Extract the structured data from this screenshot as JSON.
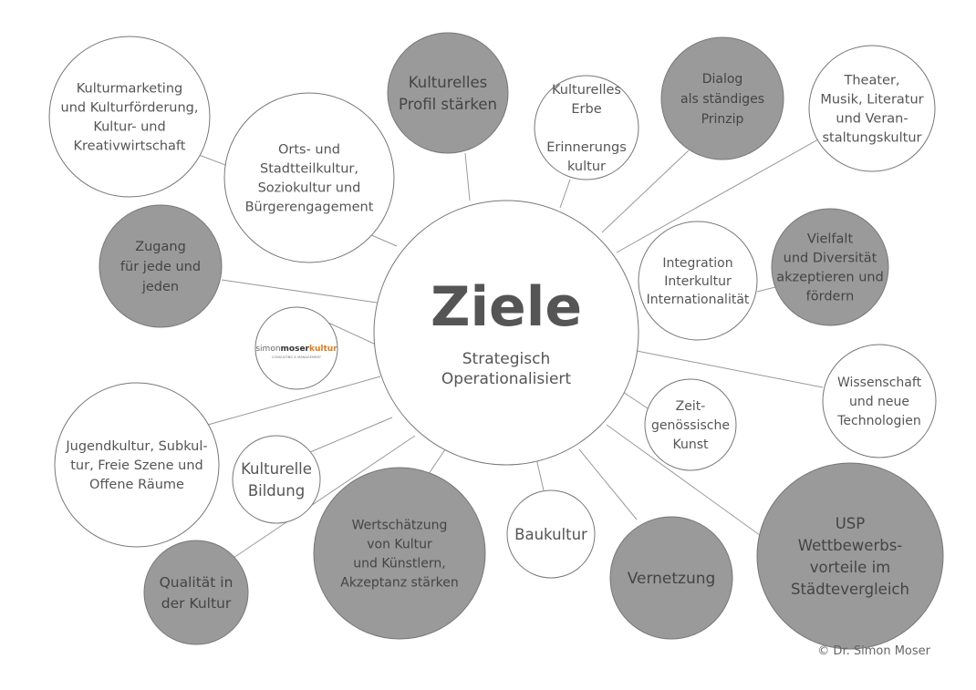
{
  "center": {
    "title": "Ziele",
    "subtitle": [
      "Strategisch",
      "Operationalisiert"
    ]
  },
  "logo": {
    "text_simon": "simon",
    "text_moser": "moser",
    "text_kultur": "kultur",
    "tagline": "CONSULTING & MANAGEMENT",
    "accent_color": "#e07b1a"
  },
  "bubbles": [
    {
      "id": "kulturmarketing",
      "style": "light",
      "lines": [
        "Kulturmarketing",
        "und Kulturförderung,",
        "Kultur- und",
        "Kreativwirtschaft"
      ]
    },
    {
      "id": "ortsteilkultur",
      "style": "light",
      "lines": [
        "Orts- und",
        "Stadtteilkultur,",
        "Soziokultur und",
        "Bürgerengagement"
      ]
    },
    {
      "id": "kulturelles-profil",
      "style": "dark",
      "lines": [
        "Kulturelles",
        "Profil stärken"
      ]
    },
    {
      "id": "kulturelles-erbe",
      "style": "light",
      "lines": [
        "Kulturelles",
        "Erbe",
        "",
        "Erinnerungs",
        "kultur"
      ]
    },
    {
      "id": "dialog",
      "style": "dark",
      "lines": [
        "Dialog",
        "als ständiges",
        "Prinzip"
      ]
    },
    {
      "id": "theater",
      "style": "light",
      "lines": [
        "Theater,",
        "Musik, Literatur",
        "und Veran-",
        "staltungskultur"
      ]
    },
    {
      "id": "zugang",
      "style": "dark",
      "lines": [
        "Zugang",
        "für jede und",
        "jeden"
      ]
    },
    {
      "id": "integration",
      "style": "light",
      "lines": [
        "Integration",
        "Interkultur",
        "Internationalität"
      ]
    },
    {
      "id": "vielfalt",
      "style": "dark",
      "lines": [
        "Vielfalt",
        "und Diversität",
        "akzeptieren und",
        "fördern"
      ]
    },
    {
      "id": "wissenschaft",
      "style": "light",
      "lines": [
        "Wissenschaft",
        "und neue",
        "Technologien"
      ]
    },
    {
      "id": "zeitgenoessisch",
      "style": "light",
      "lines": [
        "Zeit-",
        "genössische",
        "Kunst"
      ]
    },
    {
      "id": "jugendkultur",
      "style": "light",
      "lines": [
        "Jugendkultur, Subkul-",
        "tur, Freie Szene und",
        "Offene Räume"
      ]
    },
    {
      "id": "kulturelle-bildung",
      "style": "light",
      "lines": [
        "Kulturelle",
        "Bildung"
      ]
    },
    {
      "id": "wertschaetzung",
      "style": "dark",
      "lines": [
        "Wertschätzung",
        "von Kultur",
        "und Künstlern,",
        "Akzeptanz stärken"
      ]
    },
    {
      "id": "baukultur",
      "style": "light",
      "lines": [
        "Baukultur"
      ]
    },
    {
      "id": "vernetzung",
      "style": "dark",
      "lines": [
        "Vernetzung"
      ]
    },
    {
      "id": "usp",
      "style": "dark",
      "lines": [
        "USP",
        "Wettbewerbs-",
        "vorteile im",
        "Städtevergleich"
      ]
    },
    {
      "id": "qualitaet",
      "style": "dark",
      "lines": [
        "Qualität in",
        "der Kultur"
      ]
    }
  ],
  "copyright": "© Dr. Simon Moser"
}
